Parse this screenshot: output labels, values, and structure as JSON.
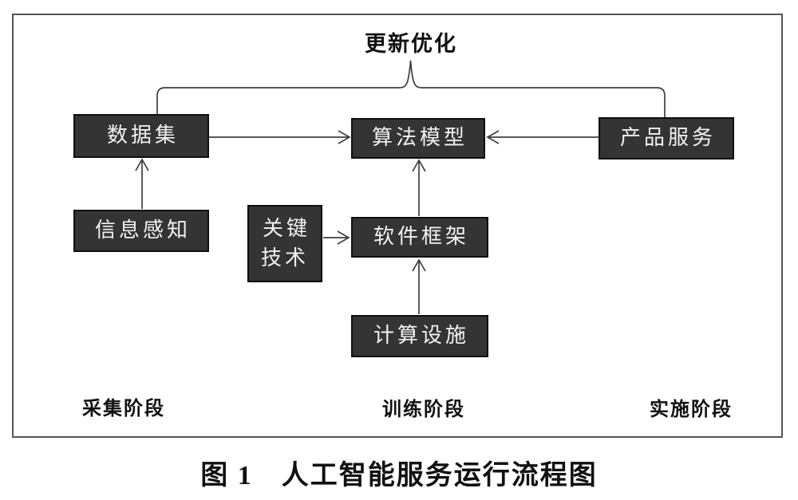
{
  "diagram": {
    "top_label": "更新优化",
    "nodes": {
      "dataset": "数据集",
      "algorithm_model": "算法模型",
      "product_service": "产品服务",
      "info_perception": "信息感知",
      "key_technology": "关键\n技术",
      "software_framework": "软件框架",
      "computing_facility": "计算设施"
    },
    "phases": {
      "collection": "采集阶段",
      "training": "训练阶段",
      "implementation": "实施阶段"
    },
    "caption": "图 1　人工智能服务运行流程图",
    "colors": {
      "node_fill": "#343434",
      "node_border": "#0f0f0f",
      "node_text": "#f2f2f2",
      "connector_line": "#3f3f3f",
      "frame_border": "#555555",
      "background": "#ffffff"
    }
  }
}
